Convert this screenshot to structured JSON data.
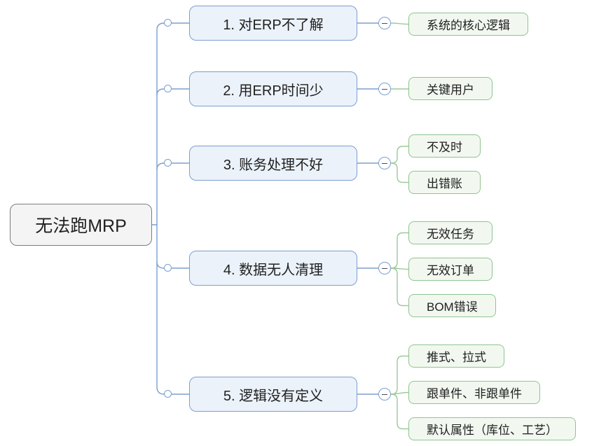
{
  "theme": {
    "branch_border": "#7C9FD0",
    "branch_fill": "#EBF2FA",
    "leaf_border": "#8FC48F",
    "leaf_fill": "#F2F8F0",
    "root_border": "#7D7D7D",
    "root_fill": "#F4F4F4",
    "line_blue": "#7C9FD0",
    "line_green": "#9CCA99",
    "text": "#212121"
  },
  "diagram": {
    "type": "mindmap",
    "root": {
      "label": "无法跑MRP"
    },
    "branches": [
      {
        "label": "1. 对ERP不了解",
        "collapse_icon": "minus-icon",
        "children": [
          {
            "label": "系统的核心逻辑"
          }
        ]
      },
      {
        "label": "2. 用ERP时间少",
        "collapse_icon": "minus-icon",
        "children": [
          {
            "label": "关键用户"
          }
        ]
      },
      {
        "label": "3. 账务处理不好",
        "collapse_icon": "minus-icon",
        "children": [
          {
            "label": "不及时"
          },
          {
            "label": "出错账"
          }
        ]
      },
      {
        "label": "4. 数据无人清理",
        "collapse_icon": "minus-icon",
        "children": [
          {
            "label": "无效任务"
          },
          {
            "label": "无效订单"
          },
          {
            "label": "BOM错误"
          }
        ]
      },
      {
        "label": "5. 逻辑没有定义",
        "collapse_icon": "minus-icon",
        "children": [
          {
            "label": "推式、拉式"
          },
          {
            "label": "跟单件、非跟单件"
          },
          {
            "label": "默认属性（库位、工艺）"
          }
        ]
      }
    ]
  }
}
